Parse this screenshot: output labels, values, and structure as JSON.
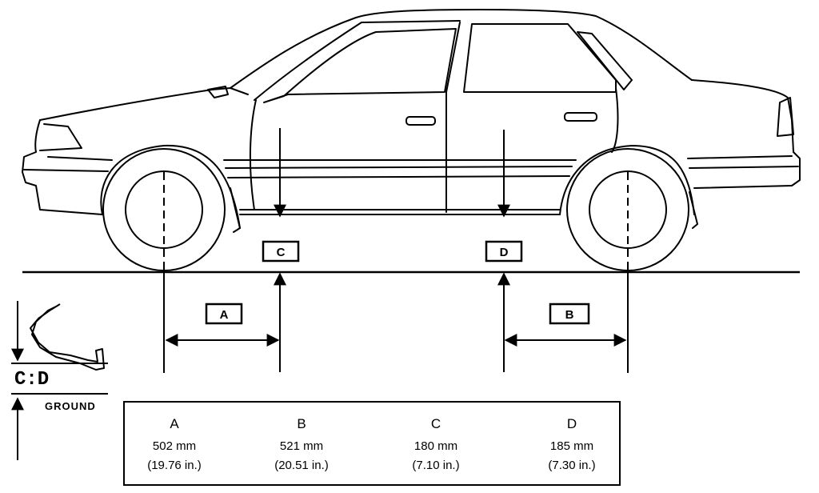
{
  "labels": {
    "a": "A",
    "b": "B",
    "c": "C",
    "d": "D"
  },
  "legend": {
    "cd": "C:D",
    "ground": "GROUND"
  },
  "table": [
    {
      "letter": "A",
      "mm": "502 mm",
      "inch": "(19.76 in.)"
    },
    {
      "letter": "B",
      "mm": "521 mm",
      "inch": "(20.51 in.)"
    },
    {
      "letter": "C",
      "mm": "180 mm",
      "inch": "(7.10 in.)"
    },
    {
      "letter": "D",
      "mm": "185 mm",
      "inch": "(7.30 in.)"
    }
  ]
}
